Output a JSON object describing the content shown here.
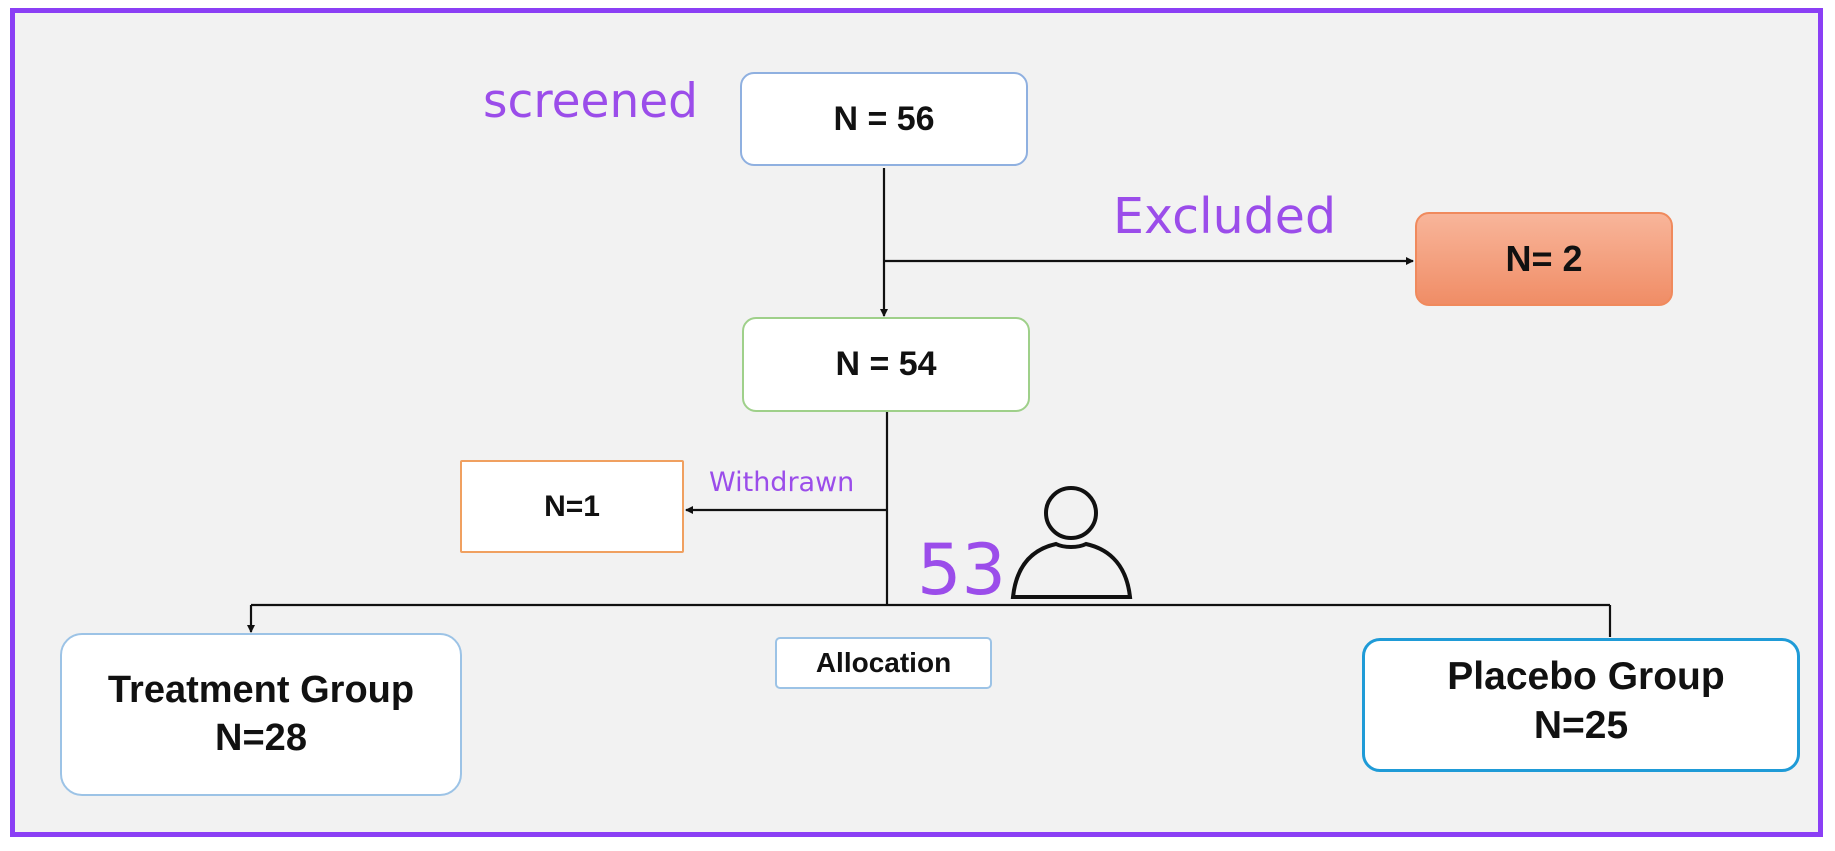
{
  "labels": {
    "screened": "screened",
    "excluded": "Excluded",
    "withdrawn": "Withdrawn",
    "allocated_count": "53",
    "allocation": "Allocation"
  },
  "boxes": {
    "screened": {
      "text": "N = 56"
    },
    "excluded": {
      "text": "N= 2"
    },
    "eligible": {
      "text": "N = 54"
    },
    "withdrawn": {
      "text": "N=1"
    },
    "treatment": {
      "title": "Treatment Group",
      "count": "N=28"
    },
    "placebo": {
      "title": "Placebo Group",
      "count": "N=25"
    }
  },
  "icons": {
    "person": "person-icon"
  },
  "colors": {
    "frame": "#8b3ff5",
    "label": "#9b4dea",
    "screened_border": "#8fb0e0",
    "eligible_border": "#9fd08a",
    "excluded_fill": "#f0956e",
    "withdrawn_border": "#f0a060",
    "treatment_border": "#9cc3e6",
    "placebo_border": "#1f9bd7"
  }
}
